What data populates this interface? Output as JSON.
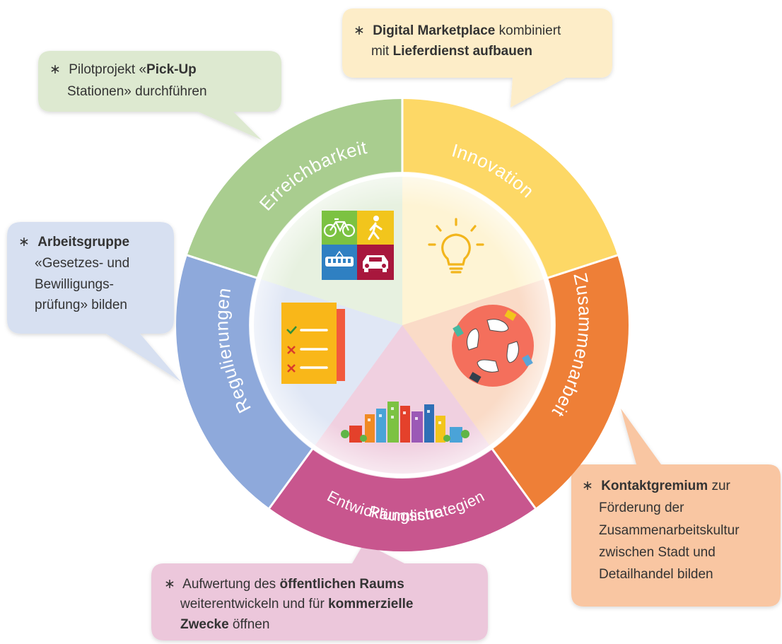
{
  "colors": {
    "erreichbarkeit": "#a9cd8f",
    "innovation": "#fdd866",
    "zusammenarbeit": "#ee7f37",
    "raeumliche": "#c8568e",
    "regulierungen": "#8ea9db",
    "callout_green": "#dde9d0",
    "callout_yellow": "#fdedc8",
    "callout_orange": "#f9c6a2",
    "callout_pink": "#ecc7db",
    "callout_blue": "#d7e0f1"
  },
  "segments": {
    "erreichbarkeit": {
      "label": "Erreichbarkeit",
      "icon": "transport-modes-icon"
    },
    "innovation": {
      "label": "Innovation",
      "icon": "lightbulb-icon"
    },
    "zusammenarbeit": {
      "label": "Zusammenarbeit",
      "icon": "joined-hands-icon"
    },
    "raeumliche": {
      "label_line1": "Räumliche",
      "label_line2": "Entwicklungsstrategien",
      "icon": "city-buildings-icon"
    },
    "regulierungen": {
      "label": "Regulierungen",
      "icon": "checklist-icon"
    }
  },
  "callouts": {
    "green": {
      "bullet": "∗",
      "t1": "Pilotprojekt «",
      "t1b": "Pick-Up",
      "t2": "Stationen» durchführen"
    },
    "yellow": {
      "bullet": "∗",
      "t1b": "Digital Marketplace",
      "t1": " kombiniert",
      "t2": "mit ",
      "t2b": "Lieferdienst aufbauen"
    },
    "blue": {
      "bullet": "∗",
      "t1b": "Arbeitsgruppe",
      "t2": "«Gesetzes- und",
      "t3": "Bewilligungs-",
      "t4": "prüfung» bilden"
    },
    "orange": {
      "bullet": "∗",
      "t1b": "Kontaktgremium",
      "t1": " zur",
      "t2": "Förderung der",
      "t3": "Zusammenarbeitskultur",
      "t4": "zwischen Stadt und",
      "t5": "Detailhandel bilden"
    },
    "pink": {
      "bullet": "∗",
      "t1": "Aufwertung des ",
      "t1b": "öffentlichen Raums",
      "t2": "weiterentwickeln und für ",
      "t2b": "kommerzielle",
      "t3b": "Zwecke",
      "t3": " öffnen"
    }
  }
}
